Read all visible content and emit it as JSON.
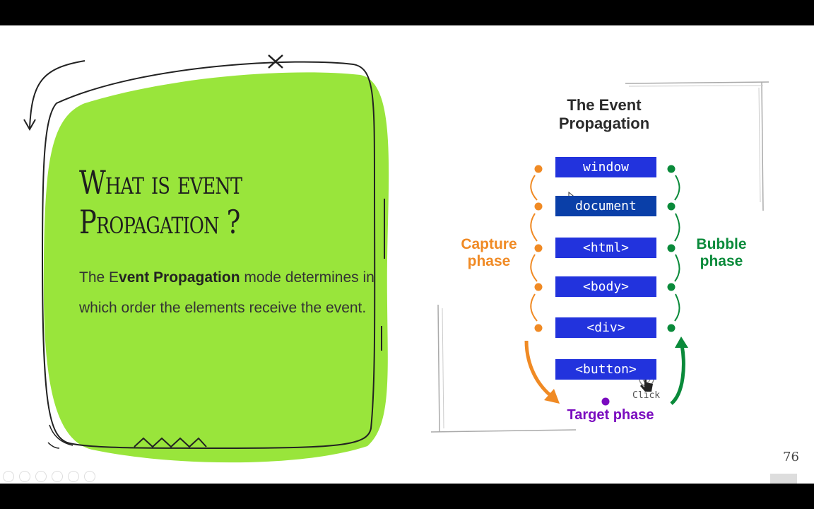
{
  "slide": {
    "title_lines": [
      "What is event",
      "Propagation ?"
    ],
    "body": {
      "pre": "The E",
      "bold": "vent Propagation",
      "post": " mode determines in which order the elements receive the event."
    },
    "page_number": "76"
  },
  "diagram": {
    "title_lines": [
      "The Event",
      "Propagation"
    ],
    "nodes": [
      "window",
      "document",
      "<html>",
      "<body>",
      "<div>",
      "<button>"
    ],
    "capture_label": [
      "Capture",
      "phase"
    ],
    "bubble_label": [
      "Bubble",
      "phase"
    ],
    "target_label": "Target phase",
    "click_label": "Click",
    "colors": {
      "capture": "#f08a24",
      "bubble": "#0a8a3a",
      "target": "#7a0bbf",
      "node": "#2233dd",
      "blob": "#99e53b"
    }
  }
}
